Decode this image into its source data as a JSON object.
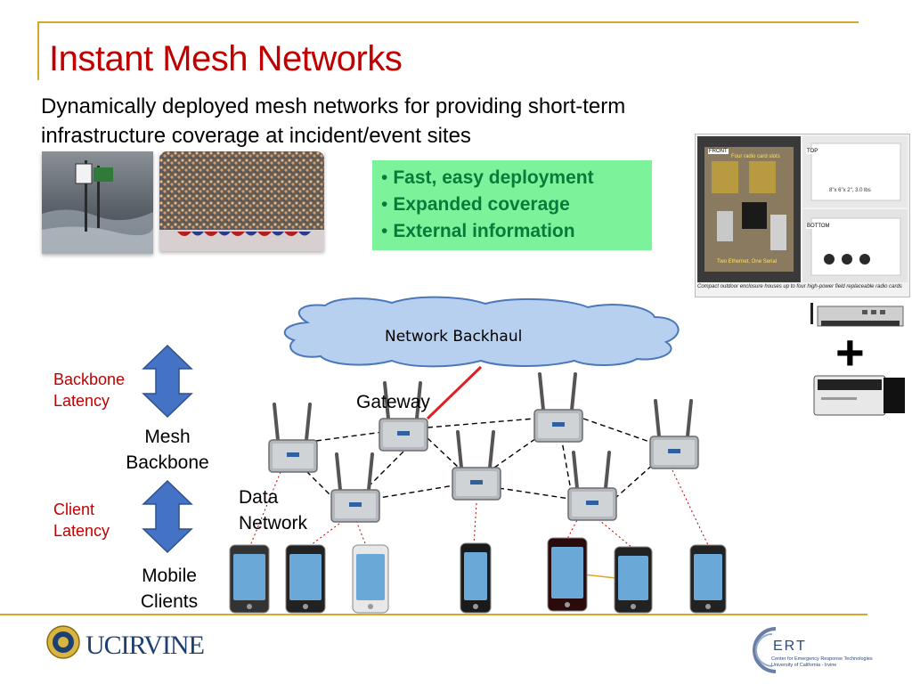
{
  "slide": {
    "title": "Instant Mesh Networks",
    "subtitle": "Dynamically deployed mesh networks for providing short-term infrastructure coverage at incident/event sites",
    "bullets": [
      "Fast, easy deployment",
      "Expanded coverage",
      "External information"
    ],
    "diagram": {
      "cloud_label": "Network Backhaul",
      "gateway_label": "Gateway",
      "mesh_backbone_label": [
        "Mesh",
        "Backbone"
      ],
      "data_network_label": [
        "Data",
        "Network"
      ],
      "mobile_clients_label": [
        "Mobile",
        "Clients"
      ],
      "backbone_latency_label": [
        "Backbone",
        "Latency"
      ],
      "client_latency_label": [
        "Client",
        "Latency"
      ]
    },
    "hardware_caption": "Compact outdoor enclosure houses up to four high-power field replaceable radio cards",
    "hardware_tags": [
      "FRONT",
      "TOP",
      "BOTTOM",
      "Four radio card slots",
      "Two Ethernet, One Serial",
      "8\"x 6\"x 2\", 3.0 lbs"
    ],
    "footer": {
      "uci_logo_text": "UCIRVINE",
      "ert_title": "ERT",
      "ert_subtitle": [
        "Center for Emergency Response Technologies",
        "University of California - Irvine"
      ]
    },
    "colors": {
      "title": "#c00000",
      "accent_rule": "#d4a82a",
      "bullet_box": "#7cf39b",
      "bullet_text": "#0a7a3a",
      "arrow": "#4472c4",
      "cloud": "#b8d0f0",
      "gateway_link": "#e02020"
    }
  }
}
